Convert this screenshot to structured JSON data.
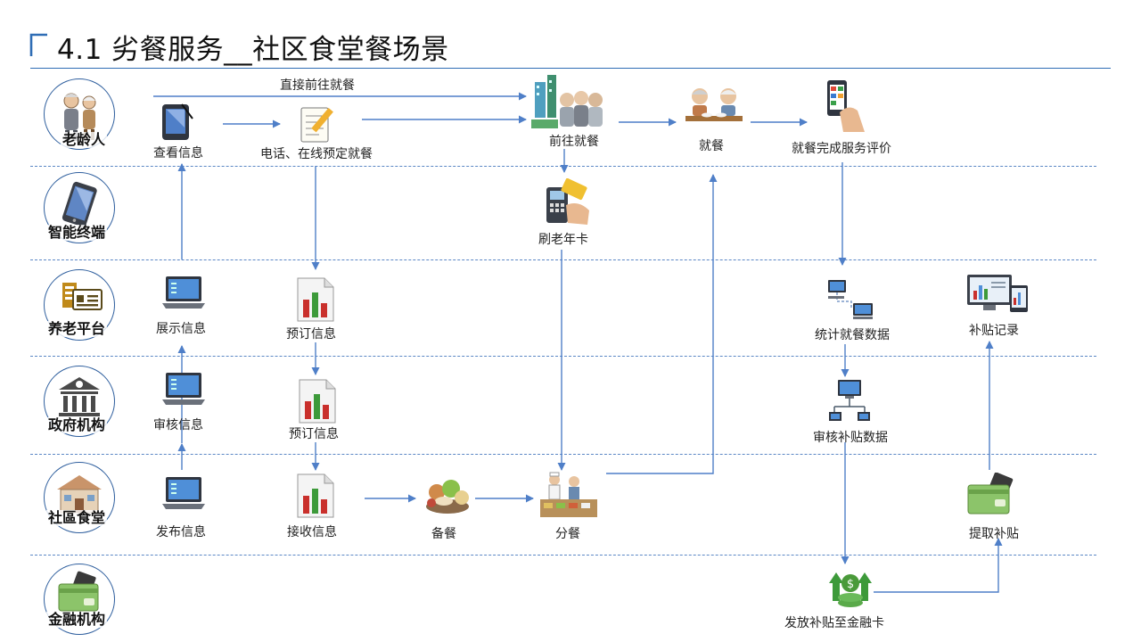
{
  "title": "4.1 劣餐服务__社区食堂餐场景",
  "colors": {
    "accent": "#2f6db5",
    "arrow": "#4f7fc8",
    "lane_border": "#2f5f9e",
    "chart_red": "#c9302c",
    "chart_green": "#3d9a3a"
  },
  "lanes": [
    {
      "label": "老龄人",
      "icon": "elderly-couple-icon"
    },
    {
      "label": "智能终端",
      "icon": "smartphone-icon"
    },
    {
      "label": "养老平台",
      "icon": "platform-card-icon"
    },
    {
      "label": "政府机构",
      "icon": "government-building-icon"
    },
    {
      "label": "社區食堂",
      "icon": "canteen-building-icon"
    },
    {
      "label": "金融机构",
      "icon": "wallet-card-icon"
    }
  ],
  "nodes": {
    "view_info": "查看信息",
    "phone_booking": "电话、在线预定就餐",
    "go_dine": "前往就餐",
    "dine": "就餐",
    "rate_service": "就餐完成服务评价",
    "swipe_card": "刷老年卡",
    "display_info": "展示信息",
    "booking_info_platform": "预订信息",
    "stat_data": "统计就餐数据",
    "subsidy_record": "补贴记录",
    "review_info": "审核信息",
    "booking_info_gov": "预订信息",
    "review_subsidy": "审核补贴数据",
    "publish_info": "发布信息",
    "receive_info": "接收信息",
    "prepare_meal": "备餐",
    "serve_meal": "分餐",
    "withdraw_subsidy": "提取补贴",
    "issue_subsidy": "发放补贴至金融卡"
  },
  "edges": {
    "direct_go": "直接前往就餐"
  }
}
